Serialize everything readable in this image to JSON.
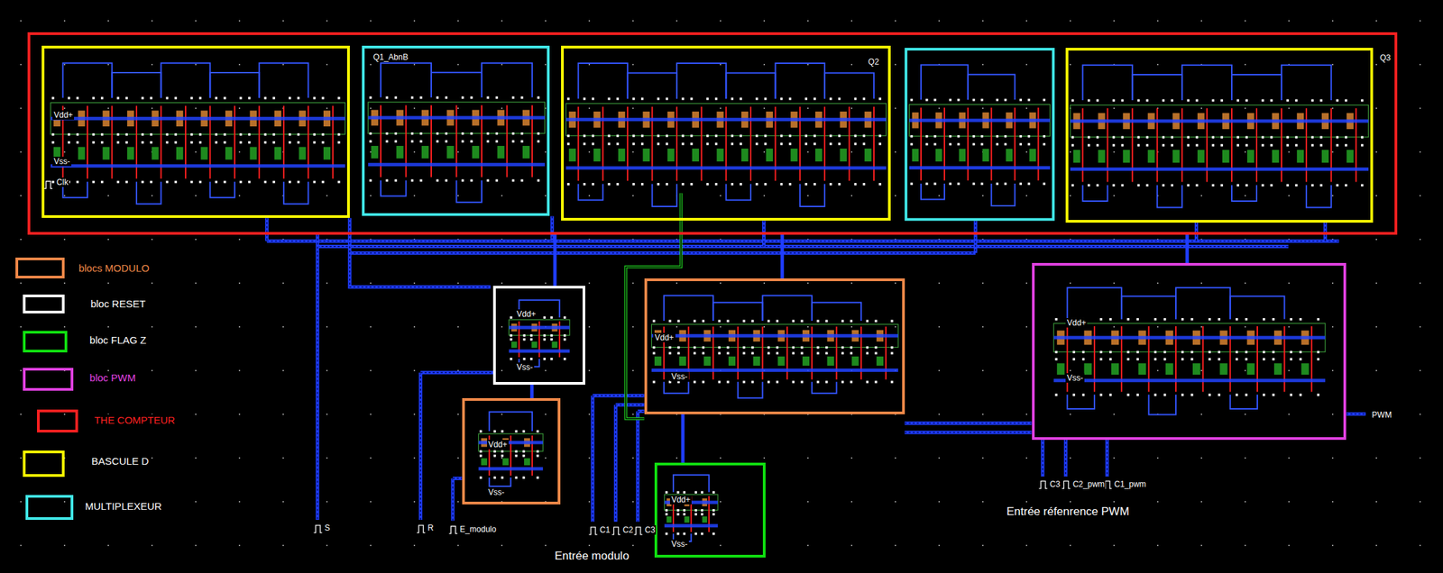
{
  "diagram": {
    "nodes": [
      {
        "text": [
          "Q3"
        ]
      },
      {
        "text": [
          "Vdd+",
          "Vss-",
          "Clk"
        ],
        "in": 0
      },
      {
        "text": [
          "Q1_AbnB"
        ],
        "in": 0
      },
      {
        "text": [
          "Q2"
        ],
        "in": 0
      },
      {
        "text": [
          "Vdd+",
          "Vss-"
        ]
      },
      {
        "text": [
          "Vdd+",
          "Vss-"
        ]
      },
      {
        "text": [
          "Vdd+",
          "Vss-"
        ]
      },
      {
        "text": [
          "Vdd+",
          "Vss-"
        ]
      },
      {
        "text": [
          "Vdd+",
          "Vss-"
        ]
      }
    ],
    "edges": [
      {
        "from": 7,
        "to": 4,
        "arrow": "none"
      },
      {
        "from": 4,
        "to": 0,
        "arrow": "none"
      },
      {
        "from": 8,
        "to": 5,
        "arrow": "none"
      },
      {
        "from": 5,
        "to": 0,
        "arrow": "none"
      },
      {
        "from": 6,
        "to": 0,
        "arrow": "none"
      }
    ],
    "labels": [
      "S",
      "R",
      "E_modulo",
      "C1",
      "C2",
      "C3",
      "Entrée modulo",
      "C3",
      "C2_pwm",
      "C1_pwm",
      "Entrée réfenrence PWM",
      "PWM"
    ],
    "legend": [
      {
        "text": "blocs MODULO",
        "color": "#f08848"
      },
      {
        "text": "bloc RESET",
        "color": "#ffffff"
      },
      {
        "text": "bloc FLAG Z",
        "color": "#10e010"
      },
      {
        "text": "bloc PWM",
        "color": "#e040e0"
      },
      {
        "text": "THE COMPTEUR",
        "color": "#ff2020"
      },
      {
        "text": "BASCULE D",
        "color": "#ffff00"
      },
      {
        "text": "MULTIPLEXEUR",
        "color": "#40e8e8"
      }
    ]
  }
}
